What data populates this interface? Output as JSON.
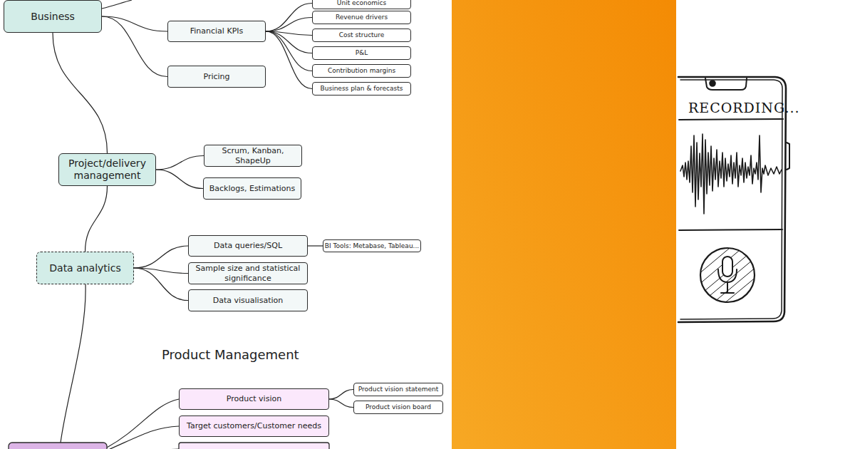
{
  "diagram": {
    "nodes": [
      {
        "text": [
          "Business"
        ]
      },
      {
        "text": [
          "Unit economics"
        ]
      },
      {
        "text": [
          "Financial KPIs"
        ]
      },
      {
        "text": [
          "Revenue drivers"
        ]
      },
      {
        "text": [
          "Cost structure"
        ]
      },
      {
        "text": [
          "P&L"
        ]
      },
      {
        "text": [
          "Contribution margins"
        ]
      },
      {
        "text": [
          "Business plan & forecasts"
        ]
      },
      {
        "text": [
          "Pricing"
        ]
      },
      {
        "text": [
          "Project/delivery management"
        ]
      },
      {
        "text": [
          "Scrum, Kanban, ShapeUp"
        ]
      },
      {
        "text": [
          "Backlogs, Estimations"
        ]
      },
      {
        "text": [
          "Data analytics"
        ]
      },
      {
        "text": [
          "Data queries/SQL"
        ]
      },
      {
        "text": [
          "BI Tools: Metabase, Tableau..."
        ]
      },
      {
        "text": [
          "Sample size and statistical significance"
        ]
      },
      {
        "text": [
          "Data visualisation"
        ]
      },
      {
        "text": [
          "Product vision"
        ]
      },
      {
        "text": [
          "Product vision statement"
        ]
      },
      {
        "text": [
          "Product vision board"
        ]
      },
      {
        "text": [
          "Target customers/Customer needs"
        ]
      }
    ],
    "edges": [
      {
        "from": 0,
        "to": 2,
        "arrow": "none"
      },
      {
        "from": 0,
        "to": 8,
        "arrow": "none"
      },
      {
        "from": 2,
        "to": 1,
        "arrow": "none"
      },
      {
        "from": 2,
        "to": 3,
        "arrow": "none"
      },
      {
        "from": 2,
        "to": 4,
        "arrow": "none"
      },
      {
        "from": 2,
        "to": 5,
        "arrow": "none"
      },
      {
        "from": 2,
        "to": 6,
        "arrow": "none"
      },
      {
        "from": 2,
        "to": 7,
        "arrow": "none"
      },
      {
        "from": 0,
        "to": 9,
        "arrow": "none"
      },
      {
        "from": 9,
        "to": 10,
        "arrow": "none"
      },
      {
        "from": 9,
        "to": 11,
        "arrow": "none"
      },
      {
        "from": 9,
        "to": 12,
        "arrow": "none"
      },
      {
        "from": 12,
        "to": 13,
        "arrow": "none"
      },
      {
        "from": 12,
        "to": 15,
        "arrow": "none"
      },
      {
        "from": 12,
        "to": 16,
        "arrow": "none"
      },
      {
        "from": 13,
        "to": 14,
        "arrow": "none"
      },
      {
        "from": 17,
        "to": 18,
        "arrow": "none"
      },
      {
        "from": 17,
        "to": 19,
        "arrow": "none"
      }
    ],
    "labels": [
      "Product Management",
      "RECORDING..."
    ]
  }
}
